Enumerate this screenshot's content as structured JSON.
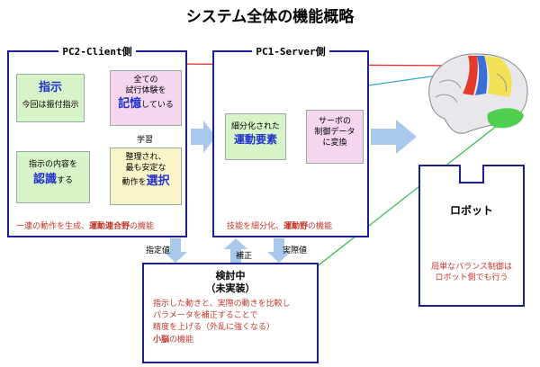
{
  "title": "システム全体の機能概略",
  "client": {
    "title": "PC2-Client側",
    "instruct": {
      "heading": "指示",
      "text": "今回は振付指示"
    },
    "memory": {
      "line1": "全ての",
      "line2": "試行体験を",
      "big": "記憶",
      "suffix": "している"
    },
    "learn": "学習",
    "recognize": {
      "line1": "指示の内容を",
      "big": "認識",
      "suffix": "する"
    },
    "select": {
      "line1": "整理され、",
      "line2": "最も安定な",
      "line3": "動作を",
      "big": "選択"
    },
    "caption_pre": "一連の動作を生成、",
    "caption_bold": "運動連合野",
    "caption_post": "の機能"
  },
  "server": {
    "title": "PC1-Server側",
    "element": {
      "line1": "細分化された",
      "big": "運動要素"
    },
    "convert": {
      "line1": "サーボの",
      "line2": "制御データ",
      "line3": "に変換"
    },
    "caption_pre": "技能を細分化、",
    "caption_bold": "運動野",
    "caption_post": "の機能"
  },
  "robot": {
    "label": "ロボット",
    "note1": "局単なバランス制御は",
    "note2": "ロボット側でも行う"
  },
  "labels": {
    "command": "指定値",
    "correct": "補正",
    "actual": "実際値"
  },
  "review": {
    "title1": "検討中",
    "title2": "（未実装）",
    "line1": "指示した動きと、実際の動きを比較し",
    "line2": "パラメータを補正することで",
    "line3": "精度を上げる（外乱に強くなる）",
    "bold": "小脳",
    "post": "の機能"
  }
}
